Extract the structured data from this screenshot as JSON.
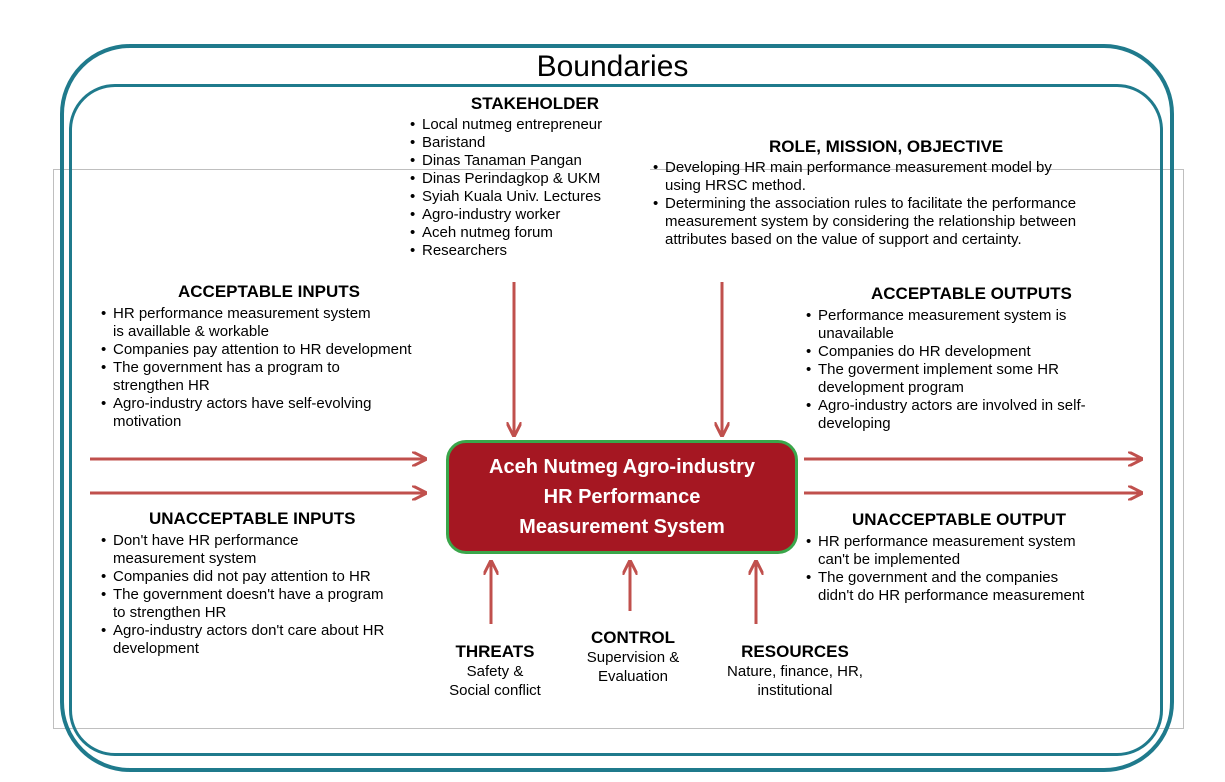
{
  "title": "Boundaries",
  "center": {
    "lines": [
      "Aceh Nutmeg Agro-industry",
      "HR Performance",
      "Measurement System"
    ]
  },
  "stakeholder": {
    "heading": "STAKEHOLDER",
    "items": [
      "Local nutmeg entrepreneur",
      "Baristand",
      "Dinas Tanaman Pangan",
      "Dinas Perindagkop & UKM",
      "Syiah Kuala Univ. Lectures",
      "Agro-industry worker",
      "Aceh nutmeg forum",
      "Researchers"
    ]
  },
  "role": {
    "heading": "ROLE, MISSION, OBJECTIVE",
    "items": [
      [
        "Developing HR main performance measurement model by",
        "using HRSC method."
      ],
      [
        "Determining the association rules to facilitate the performance",
        "measurement system by considering the relationship between",
        "attributes based on the value of support and certainty."
      ]
    ]
  },
  "acceptable_inputs": {
    "heading": "ACCEPTABLE INPUTS",
    "items": [
      [
        "HR performance measurement system",
        "is availlable & workable"
      ],
      [
        "Companies pay attention to HR development"
      ],
      [
        "The government has a program to",
        "strengthen HR"
      ],
      [
        "Agro-industry actors have self-evolving",
        "motivation"
      ]
    ]
  },
  "unacceptable_inputs": {
    "heading": "UNACCEPTABLE INPUTS",
    "items": [
      [
        "Don't have HR performance",
        "measurement system"
      ],
      [
        "Companies did not pay attention to HR"
      ],
      [
        "The government doesn't have a program",
        "to strengthen HR"
      ],
      [
        "Agro-industry actors don't care about HR",
        "development"
      ]
    ]
  },
  "acceptable_outputs": {
    "heading": "ACCEPTABLE OUTPUTS",
    "items": [
      [
        "Performance measurement system is",
        "unavailable"
      ],
      [
        "Companies do HR development"
      ],
      [
        "The goverment implement some HR",
        "development program"
      ],
      [
        "Agro-industry actors are involved in self-",
        "developing"
      ]
    ]
  },
  "unacceptable_output": {
    "heading": "UNACCEPTABLE OUTPUT",
    "items": [
      [
        "HR performance measurement system",
        "can't be implemented"
      ],
      [
        "The government and the companies",
        "didn't do HR performance measurement"
      ]
    ]
  },
  "threats": {
    "heading": "THREATS",
    "lines": [
      "Safety &",
      "Social conflict"
    ]
  },
  "control": {
    "heading": "CONTROL",
    "lines": [
      "Supervision &",
      "Evaluation"
    ]
  },
  "resources": {
    "heading": "RESOURCES",
    "lines": [
      "Nature, finance, HR,",
      "institutional"
    ]
  },
  "colors": {
    "frame": "#1f7a8c",
    "arrow": "#c0504d",
    "center_fill": "#a51722",
    "center_border": "#3aa64a"
  }
}
